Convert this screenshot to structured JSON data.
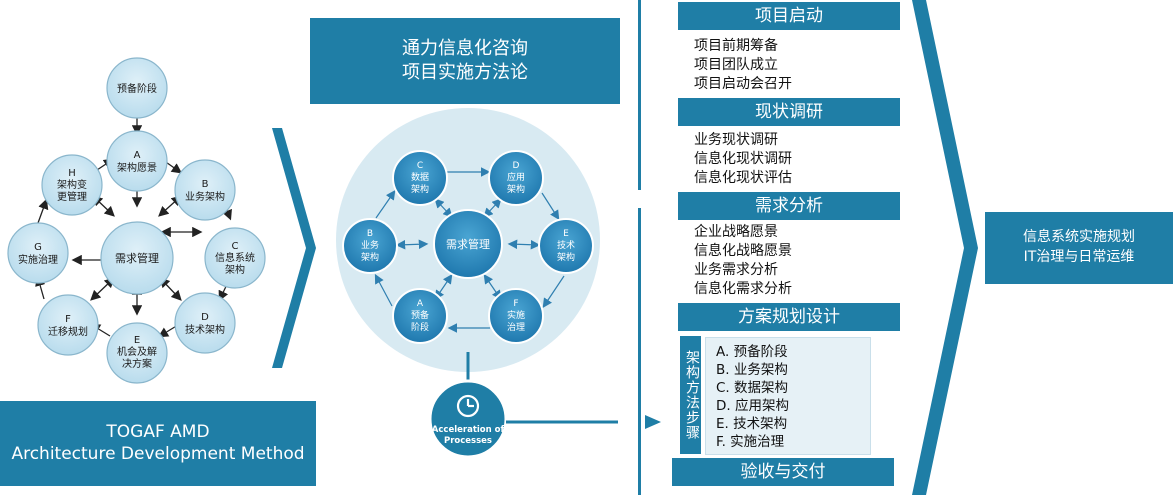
{
  "colors": {
    "primary": "#1f7ea6",
    "light_bg": "#d8eaf2",
    "node_fill": "#6bb8dd",
    "node_stroke": "#2f7fb0"
  },
  "togaf": {
    "center": "需求管理",
    "prelim": "预备阶段",
    "nodes": {
      "A": [
        "A",
        "架构愿景"
      ],
      "B": [
        "B",
        "业务架构"
      ],
      "C": [
        "C",
        "信息系统",
        "架构"
      ],
      "D": [
        "D",
        "技术架构"
      ],
      "E": [
        "E",
        "机会及解",
        "决方案"
      ],
      "F": [
        "F",
        "迁移规划"
      ],
      "G": [
        "G",
        "实施治理"
      ],
      "H": [
        "H",
        "架构变",
        "更管理"
      ]
    }
  },
  "togaf_label": {
    "line1": "TOGAF AMD",
    "line2": "Architecture Development Method"
  },
  "method_title": {
    "line1": "通力信息化咨询",
    "line2": "项目实施方法论"
  },
  "cycle": {
    "center": "需求管理",
    "nodes": {
      "C": [
        "C",
        "数据",
        "架构"
      ],
      "D": [
        "D",
        "应用",
        "架构"
      ],
      "E": [
        "E",
        "技术",
        "架构"
      ],
      "F": [
        "F",
        "实施",
        "治理"
      ],
      "A": [
        "A",
        "预备",
        "阶段"
      ],
      "B": [
        "B",
        "业务",
        "架构"
      ]
    }
  },
  "clock_label": {
    "line1": "Acceleration of",
    "line2": "Processes"
  },
  "phases": [
    {
      "title": "项目启动",
      "items": [
        "项目前期筹备",
        "项目团队成立",
        "项目启动会召开"
      ]
    },
    {
      "title": "现状调研",
      "items": [
        "业务现状调研",
        "信息化现状调研",
        "信息化现状评估"
      ]
    },
    {
      "title": "需求分析",
      "items": [
        "企业战略愿景",
        "信息化战略愿景",
        "业务需求分析",
        "信息化需求分析"
      ]
    },
    {
      "title": "方案规划设计",
      "items": []
    },
    {
      "title": "验收与交付",
      "items": []
    }
  ],
  "method_steps": {
    "label": "架构方法步骤",
    "items": [
      "A.  预备阶段",
      "B.  业务架构",
      "C.  数据架构",
      "D.  应用架构",
      "E.  技术架构",
      "F.  实施治理"
    ]
  },
  "result": {
    "line1": "信息系统实施规划",
    "line2": "IT治理与日常运维"
  }
}
